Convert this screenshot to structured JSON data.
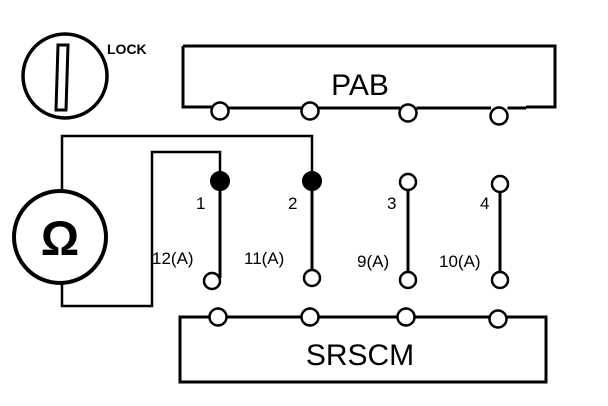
{
  "diagram": {
    "lock_label": "LOCK",
    "ohm_symbol": "Ω",
    "pab_label": "PAB",
    "srscm_label": "SRSCM",
    "connectors": [
      {
        "top_label": "1",
        "bottom_label": "12(A)",
        "probed": true
      },
      {
        "top_label": "2",
        "bottom_label": "11(A)",
        "probed": true
      },
      {
        "top_label": "3",
        "bottom_label": "9(A)",
        "probed": false
      },
      {
        "top_label": "4",
        "bottom_label": "10(A)",
        "probed": false
      }
    ],
    "colors": {
      "ink": "#000000",
      "background": "#ffffff"
    }
  }
}
